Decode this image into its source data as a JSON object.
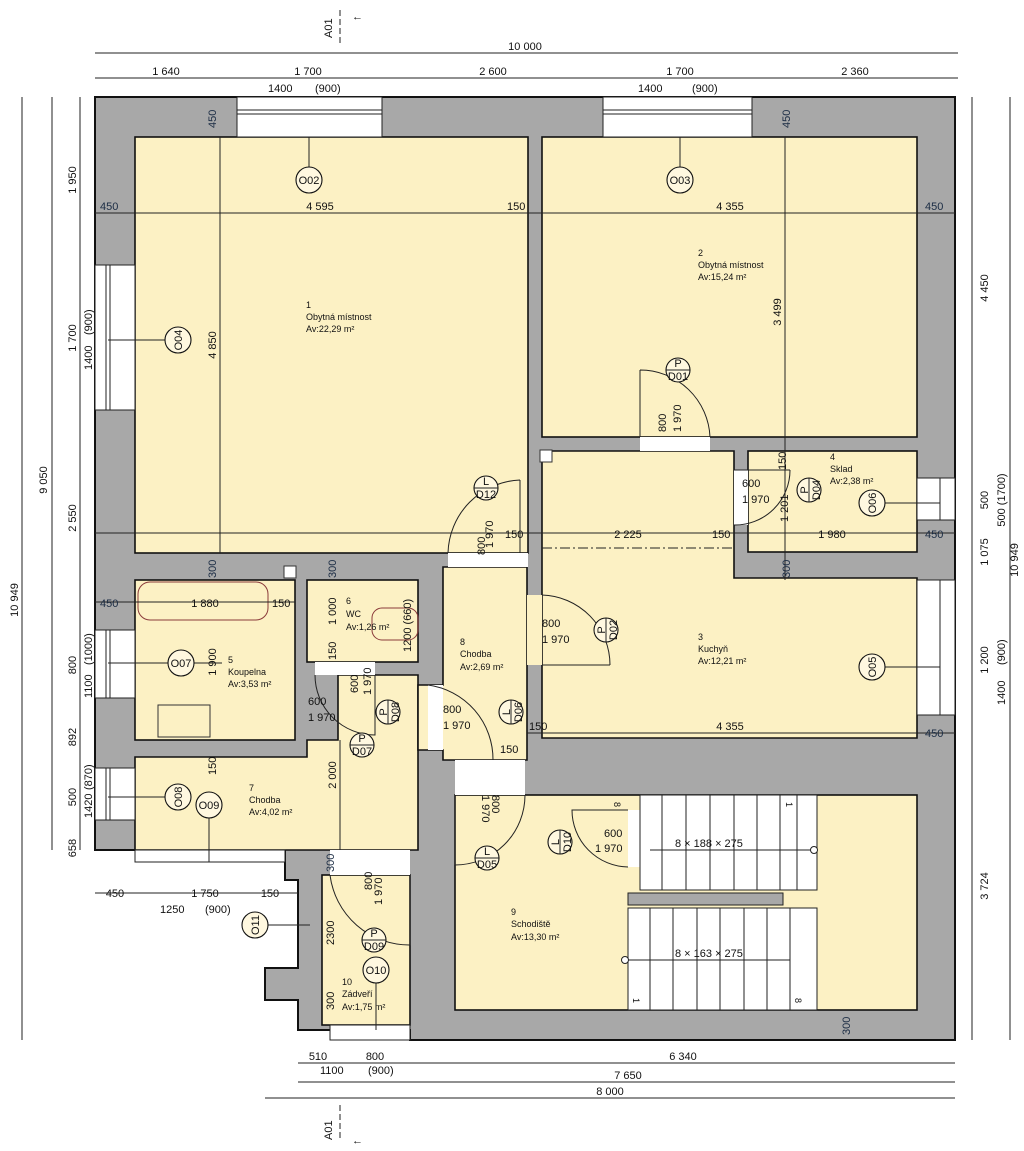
{
  "section_marker": {
    "top": "A01",
    "bottom": "A01"
  },
  "dims_top": {
    "total": "10 000",
    "segments": [
      "1 640",
      "1 700",
      "2 600",
      "1 700",
      "2 360"
    ],
    "win1": [
      "1400",
      "(900)"
    ],
    "win2": [
      "1400",
      "(900)"
    ]
  },
  "dims_left": {
    "total": "10 949",
    "sub_total": "9 050",
    "segments": [
      "1 950",
      "1 700",
      "2 550",
      "800",
      "892",
      "500",
      "658"
    ],
    "win": [
      "1400",
      "(900)",
      "1100",
      "(1000)",
      "1420",
      "(870)"
    ]
  },
  "dims_right": {
    "segments": [
      "4 450",
      "500",
      "1 075",
      "1 200",
      "3 724"
    ],
    "win": [
      "500 (1700)",
      "1400",
      "(900)"
    ],
    "total": "10 949"
  },
  "dims_bottom": {
    "row1": [
      "450",
      "1 750",
      "150"
    ],
    "row1_win": [
      "1250",
      "(900)"
    ],
    "row2": [
      "510",
      "800",
      "6 340"
    ],
    "row2_win": [
      "1100",
      "(900)"
    ],
    "row3": "7 650",
    "row4": "8 000"
  },
  "interior_dims": {
    "row_a": [
      "450",
      "4 595",
      "150",
      "4 355",
      "450"
    ],
    "wall_450_a": "450",
    "wall_450_b": "450",
    "v_4850": "4 850",
    "v_3499": "3 499",
    "d01": [
      "800",
      "1 970"
    ],
    "d12": [
      "800",
      "1 970"
    ],
    "d04": [
      "600",
      "1 970"
    ],
    "v_150_sklad": "150",
    "v_1201": "1 201",
    "row_b": [
      "150",
      "2 225",
      "150",
      "1 980",
      "450"
    ],
    "v_300_a": "300",
    "v_300_b": "300",
    "v_300_c": "300",
    "row_c": [
      "450",
      "1 880",
      "150"
    ],
    "wc": [
      "1 000",
      "150",
      "1200 (660)"
    ],
    "d02": [
      "800",
      "1 970"
    ],
    "d08": [
      "600",
      "1 970",
      "600",
      "1 970"
    ],
    "d06": [
      "800",
      "1 970",
      "150"
    ],
    "row_d": [
      "150",
      "4 355",
      "450"
    ],
    "v_1900": "1 900",
    "v_150_b": "150",
    "v_2000": "2 000",
    "d05": [
      "800",
      "1 970"
    ],
    "d10": [
      "600",
      "1 970"
    ],
    "d09": [
      "800",
      "1 970",
      "2300",
      "300",
      "300"
    ],
    "stair_upper": "8 × 188 × 275",
    "stair_lower": "8 × 163 × 275",
    "stair_numbers": [
      "8",
      "1",
      "1",
      "8"
    ],
    "v_300_bottom": "300"
  },
  "rooms": [
    {
      "num": "1",
      "name": "Obytná místnost",
      "area": "Av:22,29 m²"
    },
    {
      "num": "2",
      "name": "Obytná místnost",
      "area": "Av:15,24 m²"
    },
    {
      "num": "3",
      "name": "Kuchyň",
      "area": "Av:12,21 m²"
    },
    {
      "num": "4",
      "name": "Sklad",
      "area": "Av:2,38 m²"
    },
    {
      "num": "5",
      "name": "Koupelna",
      "area": "Av:3,53 m²"
    },
    {
      "num": "6",
      "name": "WC",
      "area": "Av:1,26 m²"
    },
    {
      "num": "7",
      "name": "Chodba",
      "area": "Av:4,02 m²"
    },
    {
      "num": "8",
      "name": "Chodba",
      "area": "Av:2,69 m²"
    },
    {
      "num": "9",
      "name": "Schodiště",
      "area": "Av:13,30 m²"
    },
    {
      "num": "10",
      "name": "Zádveří",
      "area": "Av:1,75 m²"
    }
  ],
  "windows": [
    "O02",
    "O03",
    "O04",
    "O05",
    "O06",
    "O07",
    "O08",
    "O09",
    "O10",
    "O11"
  ],
  "doors": {
    "D01": {
      "id": "D01",
      "side": "P"
    },
    "D02": {
      "id": "D02",
      "side": "P"
    },
    "D04": {
      "id": "D04",
      "side": "P"
    },
    "D05": {
      "id": "D05",
      "side": "L"
    },
    "D06": {
      "id": "D06",
      "side": "L"
    },
    "D07": {
      "id": "D07",
      "side": "P"
    },
    "D08": {
      "id": "D08",
      "side": "P"
    },
    "D09": {
      "id": "D09",
      "side": "P"
    },
    "D10": {
      "id": "D10",
      "side": "L"
    },
    "D12": {
      "id": "D12",
      "side": "L"
    }
  },
  "colors": {
    "room": "#fcf1c4",
    "wall": "#a8a8a8"
  }
}
